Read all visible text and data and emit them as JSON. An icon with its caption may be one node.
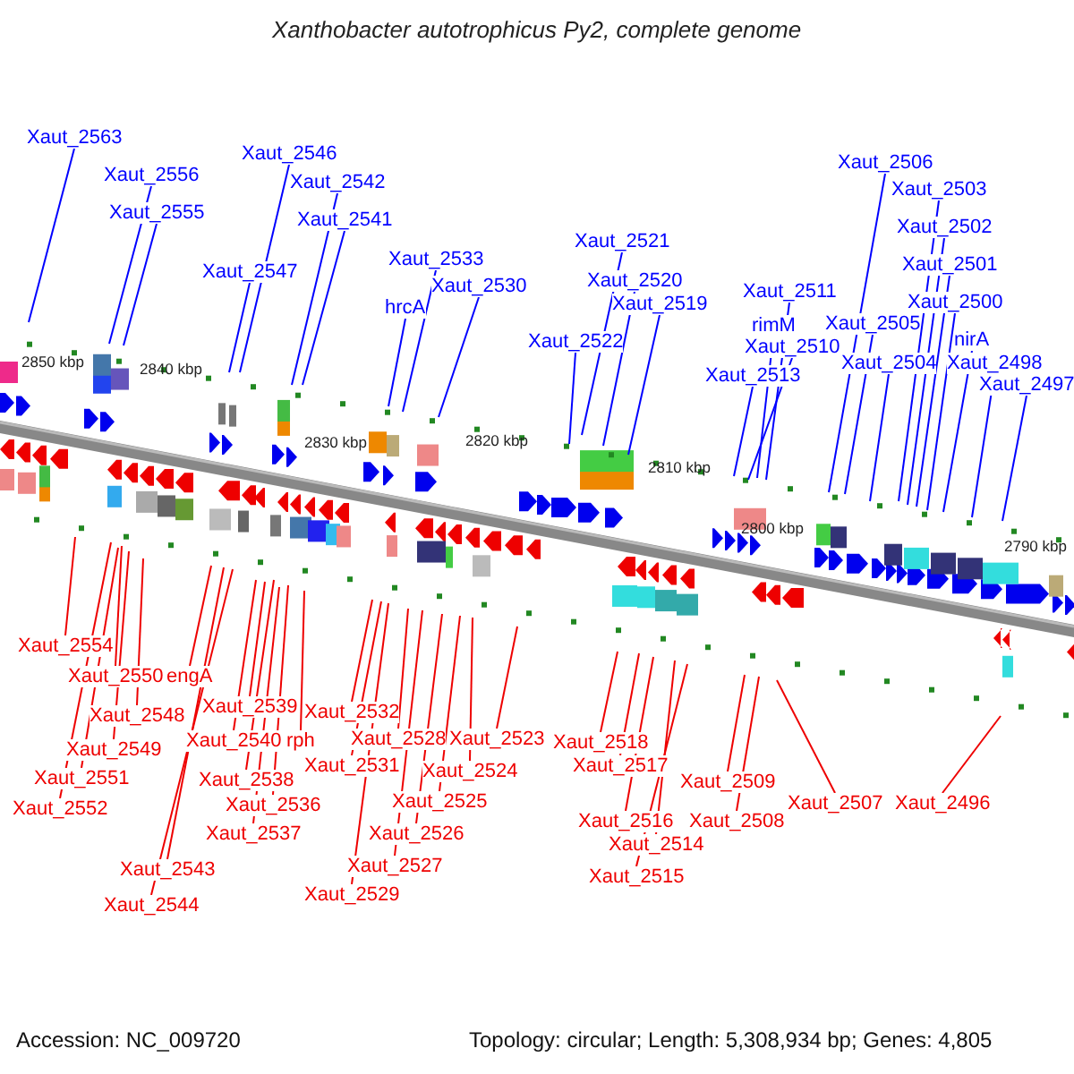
{
  "diagram": {
    "title": "Xanthobacter autotrophicus Py2, complete genome",
    "nodes": [
      {
        "text": [
          "Xaut_2563"
        ]
      },
      {
        "text": [
          "Xaut_2556"
        ]
      },
      {
        "text": [
          "Xaut_2555"
        ]
      },
      {
        "text": [
          "Xaut_2546"
        ]
      },
      {
        "text": [
          "Xaut_2542"
        ]
      },
      {
        "text": [
          "Xaut_2541"
        ]
      },
      {
        "text": [
          "Xaut_2547"
        ]
      },
      {
        "text": [
          "Xaut_2533"
        ]
      },
      {
        "text": [
          "hrcA"
        ]
      },
      {
        "text": [
          "Xaut_2530"
        ]
      },
      {
        "text": [
          "Xaut_2521"
        ]
      },
      {
        "text": [
          "Xaut_2520"
        ]
      },
      {
        "text": [
          "Xaut_2519"
        ]
      },
      {
        "text": [
          "Xaut_2522"
        ]
      },
      {
        "text": [
          "Xaut_2511"
        ]
      },
      {
        "text": [
          "rimM"
        ]
      },
      {
        "text": [
          "Xaut_2510"
        ]
      },
      {
        "text": [
          "Xaut_2513"
        ]
      },
      {
        "text": [
          "Xaut_2506"
        ]
      },
      {
        "text": [
          "Xaut_2503"
        ]
      },
      {
        "text": [
          "Xaut_2502"
        ]
      },
      {
        "text": [
          "Xaut_2501"
        ]
      },
      {
        "text": [
          "Xaut_2500"
        ]
      },
      {
        "text": [
          "Xaut_2505"
        ]
      },
      {
        "text": [
          "Xaut_2504"
        ]
      },
      {
        "text": [
          "nirA"
        ]
      },
      {
        "text": [
          "Xaut_2498"
        ]
      },
      {
        "text": [
          "Xaut_2497"
        ]
      },
      {
        "text": [
          "Xaut_2554"
        ]
      },
      {
        "text": [
          "Xaut_2550"
        ]
      },
      {
        "text": [
          "engA"
        ]
      },
      {
        "text": [
          "Xaut_2548"
        ]
      },
      {
        "text": [
          "Xaut_2549"
        ]
      },
      {
        "text": [
          "Xaut_2551"
        ]
      },
      {
        "text": [
          "Xaut_2552"
        ]
      },
      {
        "text": [
          "Xaut_2539"
        ]
      },
      {
        "text": [
          "Xaut_2540"
        ]
      },
      {
        "text": [
          "rph"
        ]
      },
      {
        "text": [
          "Xaut_2538"
        ]
      },
      {
        "text": [
          "Xaut_2536"
        ]
      },
      {
        "text": [
          "Xaut_2537"
        ]
      },
      {
        "text": [
          "Xaut_2543"
        ]
      },
      {
        "text": [
          "Xaut_2544"
        ]
      },
      {
        "text": [
          "Xaut_2532"
        ]
      },
      {
        "text": [
          "Xaut_2528"
        ]
      },
      {
        "text": [
          "Xaut_2531"
        ]
      },
      {
        "text": [
          "Xaut_2523"
        ]
      },
      {
        "text": [
          "Xaut_2524"
        ]
      },
      {
        "text": [
          "Xaut_2525"
        ]
      },
      {
        "text": [
          "Xaut_2526"
        ]
      },
      {
        "text": [
          "Xaut_2527"
        ]
      },
      {
        "text": [
          "Xaut_2529"
        ]
      },
      {
        "text": [
          "Xaut_2518"
        ]
      },
      {
        "text": [
          "Xaut_2517"
        ]
      },
      {
        "text": [
          "Xaut_2516"
        ]
      },
      {
        "text": [
          "Xaut_2514"
        ]
      },
      {
        "text": [
          "Xaut_2515"
        ]
      },
      {
        "text": [
          "Xaut_2509"
        ]
      },
      {
        "text": [
          "Xaut_2508"
        ]
      },
      {
        "text": [
          "Xaut_2507"
        ]
      },
      {
        "text": [
          "Xaut_2496"
        ]
      }
    ],
    "edges": [
      {
        "from": 0,
        "to": null,
        "arrow": "none",
        "color": "#0000ff"
      },
      {
        "from": 1,
        "to": null,
        "arrow": "none",
        "color": "#0000ff"
      },
      {
        "from": 2,
        "to": null,
        "arrow": "none",
        "color": "#0000ff"
      },
      {
        "from": 3,
        "to": null,
        "arrow": "none",
        "color": "#0000ff"
      },
      {
        "from": 4,
        "to": null,
        "arrow": "none",
        "color": "#0000ff"
      },
      {
        "from": 5,
        "to": null,
        "arrow": "none",
        "color": "#0000ff"
      },
      {
        "from": 6,
        "to": null,
        "arrow": "none",
        "color": "#0000ff"
      },
      {
        "from": 7,
        "to": null,
        "arrow": "none",
        "color": "#0000ff"
      },
      {
        "from": 8,
        "to": null,
        "arrow": "none",
        "color": "#0000ff"
      },
      {
        "from": 9,
        "to": null,
        "arrow": "none",
        "color": "#0000ff"
      },
      {
        "from": 10,
        "to": null,
        "arrow": "none",
        "color": "#0000ff"
      },
      {
        "from": 11,
        "to": null,
        "arrow": "none",
        "color": "#0000ff"
      },
      {
        "from": 12,
        "to": null,
        "arrow": "none",
        "color": "#0000ff"
      },
      {
        "from": 13,
        "to": null,
        "arrow": "none",
        "color": "#0000ff"
      },
      {
        "from": 14,
        "to": null,
        "arrow": "none",
        "color": "#0000ff"
      },
      {
        "from": 15,
        "to": null,
        "arrow": "none",
        "color": "#0000ff"
      },
      {
        "from": 16,
        "to": null,
        "arrow": "none",
        "color": "#0000ff"
      },
      {
        "from": 17,
        "to": null,
        "arrow": "none",
        "color": "#0000ff"
      },
      {
        "from": 18,
        "to": null,
        "arrow": "none",
        "color": "#0000ff"
      },
      {
        "from": 19,
        "to": null,
        "arrow": "none",
        "color": "#0000ff"
      },
      {
        "from": 20,
        "to": null,
        "arrow": "none",
        "color": "#0000ff"
      },
      {
        "from": 21,
        "to": null,
        "arrow": "none",
        "color": "#0000ff"
      },
      {
        "from": 22,
        "to": null,
        "arrow": "none",
        "color": "#0000ff"
      },
      {
        "from": 23,
        "to": null,
        "arrow": "none",
        "color": "#0000ff"
      },
      {
        "from": 24,
        "to": null,
        "arrow": "none",
        "color": "#0000ff"
      },
      {
        "from": 25,
        "to": null,
        "arrow": "none",
        "color": "#0000ff"
      },
      {
        "from": 26,
        "to": null,
        "arrow": "none",
        "color": "#0000ff"
      },
      {
        "from": 27,
        "to": null,
        "arrow": "none",
        "color": "#0000ff"
      },
      {
        "from": 28,
        "to": null,
        "arrow": "none"
      },
      {
        "from": 29,
        "to": null,
        "arrow": "none"
      },
      {
        "from": 30,
        "to": null,
        "arrow": "none"
      },
      {
        "from": 31,
        "to": null,
        "arrow": "none"
      },
      {
        "from": 32,
        "to": null,
        "arrow": "none"
      },
      {
        "from": 33,
        "to": null,
        "arrow": "none"
      },
      {
        "from": 34,
        "to": null,
        "arrow": "none"
      },
      {
        "from": 35,
        "to": null,
        "arrow": "none"
      },
      {
        "from": 36,
        "to": null,
        "arrow": "none"
      },
      {
        "from": 37,
        "to": null,
        "arrow": "none"
      },
      {
        "from": 38,
        "to": null,
        "arrow": "none"
      },
      {
        "from": 39,
        "to": null,
        "arrow": "none"
      },
      {
        "from": 40,
        "to": null,
        "arrow": "none"
      },
      {
        "from": 41,
        "to": null,
        "arrow": "none"
      },
      {
        "from": 42,
        "to": null,
        "arrow": "none"
      },
      {
        "from": 43,
        "to": null,
        "arrow": "none"
      },
      {
        "from": 44,
        "to": null,
        "arrow": "none"
      },
      {
        "from": 45,
        "to": null,
        "arrow": "none"
      },
      {
        "from": 46,
        "to": null,
        "arrow": "none"
      },
      {
        "from": 47,
        "to": null,
        "arrow": "none"
      },
      {
        "from": 48,
        "to": null,
        "arrow": "none"
      },
      {
        "from": 49,
        "to": null,
        "arrow": "none"
      },
      {
        "from": 50,
        "to": null,
        "arrow": "none"
      },
      {
        "from": 51,
        "to": null,
        "arrow": "none"
      },
      {
        "from": 52,
        "to": null,
        "arrow": "none"
      },
      {
        "from": 53,
        "to": null,
        "arrow": "none"
      },
      {
        "from": 54,
        "to": null,
        "arrow": "none"
      },
      {
        "from": 55,
        "to": null,
        "arrow": "none"
      },
      {
        "from": 56,
        "to": null,
        "arrow": "none"
      },
      {
        "from": 57,
        "to": null,
        "arrow": "none"
      },
      {
        "from": 58,
        "to": null,
        "arrow": "none"
      },
      {
        "from": 59,
        "to": null,
        "arrow": "none"
      },
      {
        "from": 60,
        "to": null,
        "arrow": "none"
      }
    ],
    "labels": [
      "2850 kbp",
      "2840 kbp",
      "2830 kbp",
      "2820 kbp",
      "2810 kbp",
      "2800 kbp",
      "2790 kbp",
      "Accession: NC_009720",
      "Topology: circular; Length: 5,308,934 bp; Genes: 4,805"
    ]
  }
}
